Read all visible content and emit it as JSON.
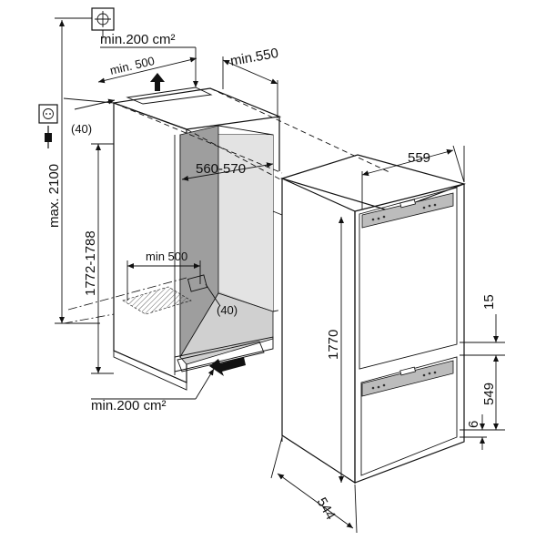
{
  "labels": {
    "vent_top": "min.200 cm²",
    "vent_top_width": "min. 500",
    "depth_top": "min.550",
    "offset_top": "(40)",
    "max_height": "max. 2100",
    "inner_width": "560-570",
    "niche_height": "1772-1788",
    "vent_bottom_width": "min 500",
    "offset_bottom": "(40)",
    "vent_bottom": "min.200 cm²",
    "appliance_width": "559",
    "appliance_height": "1770",
    "appliance_depth": "544",
    "door_gap": "15",
    "lower_door": "549",
    "door_offset": "6"
  },
  "icons": [
    "ground-symbol-icon",
    "power-socket-icon",
    "power-plug-icon",
    "airflow-arrow-icon"
  ]
}
